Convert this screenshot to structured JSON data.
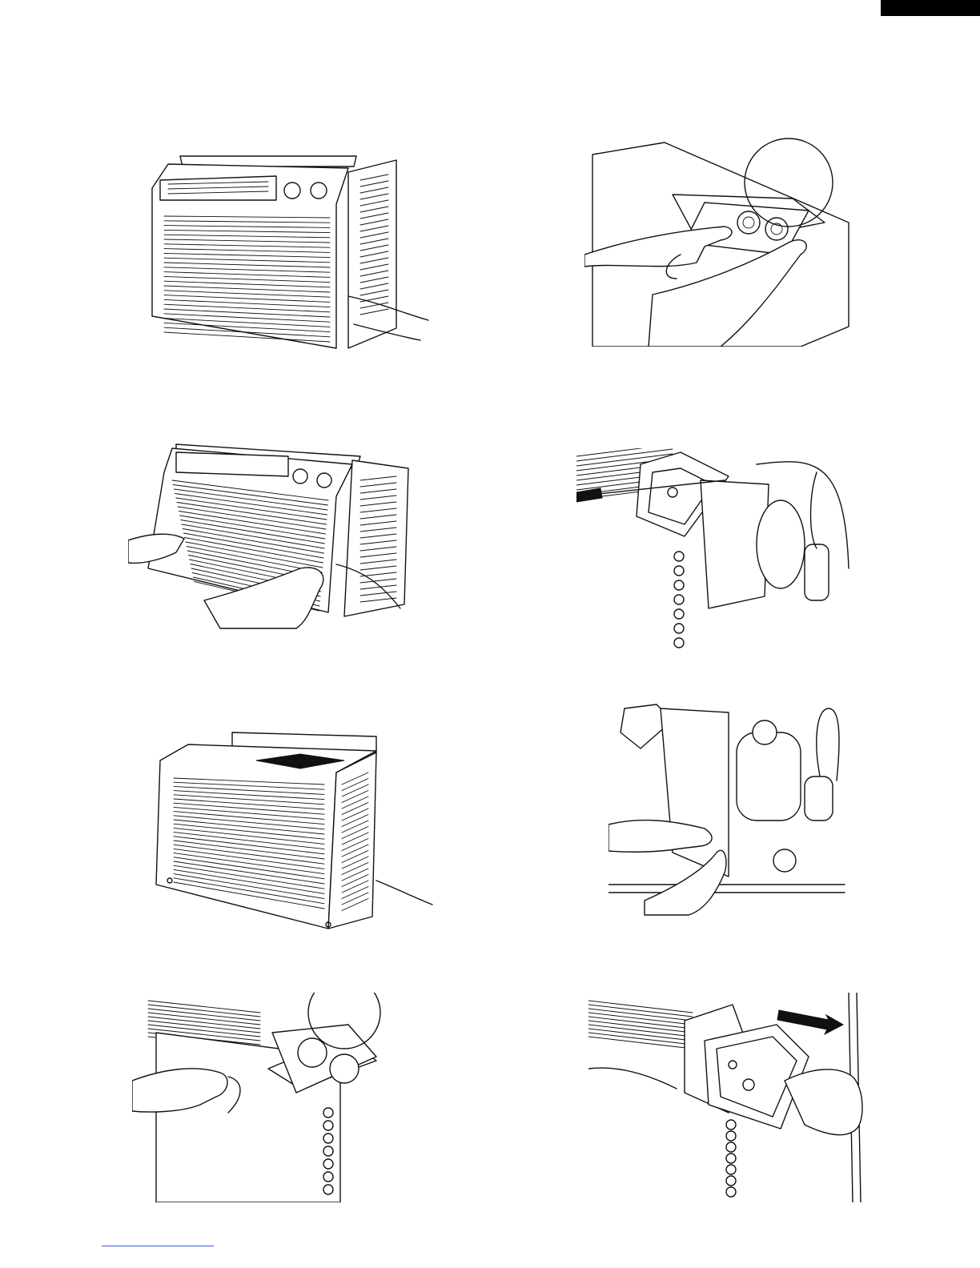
{
  "page": {
    "tab_color": "#000000",
    "link_color": "#3b5bd6"
  },
  "figures": [
    {
      "id": "fig1",
      "icon": "air-conditioner-front-assembled"
    },
    {
      "id": "fig2",
      "icon": "control-panel-removal-hands"
    },
    {
      "id": "fig3",
      "icon": "front-grille-removal-hands"
    },
    {
      "id": "fig4",
      "icon": "control-box-screwdriver"
    },
    {
      "id": "fig5",
      "icon": "air-conditioner-grille-removed"
    },
    {
      "id": "fig6",
      "icon": "wiring-disconnect-hands"
    },
    {
      "id": "fig7",
      "icon": "control-panel-tilted-hand"
    },
    {
      "id": "fig8",
      "icon": "control-box-slide-arrow"
    }
  ]
}
